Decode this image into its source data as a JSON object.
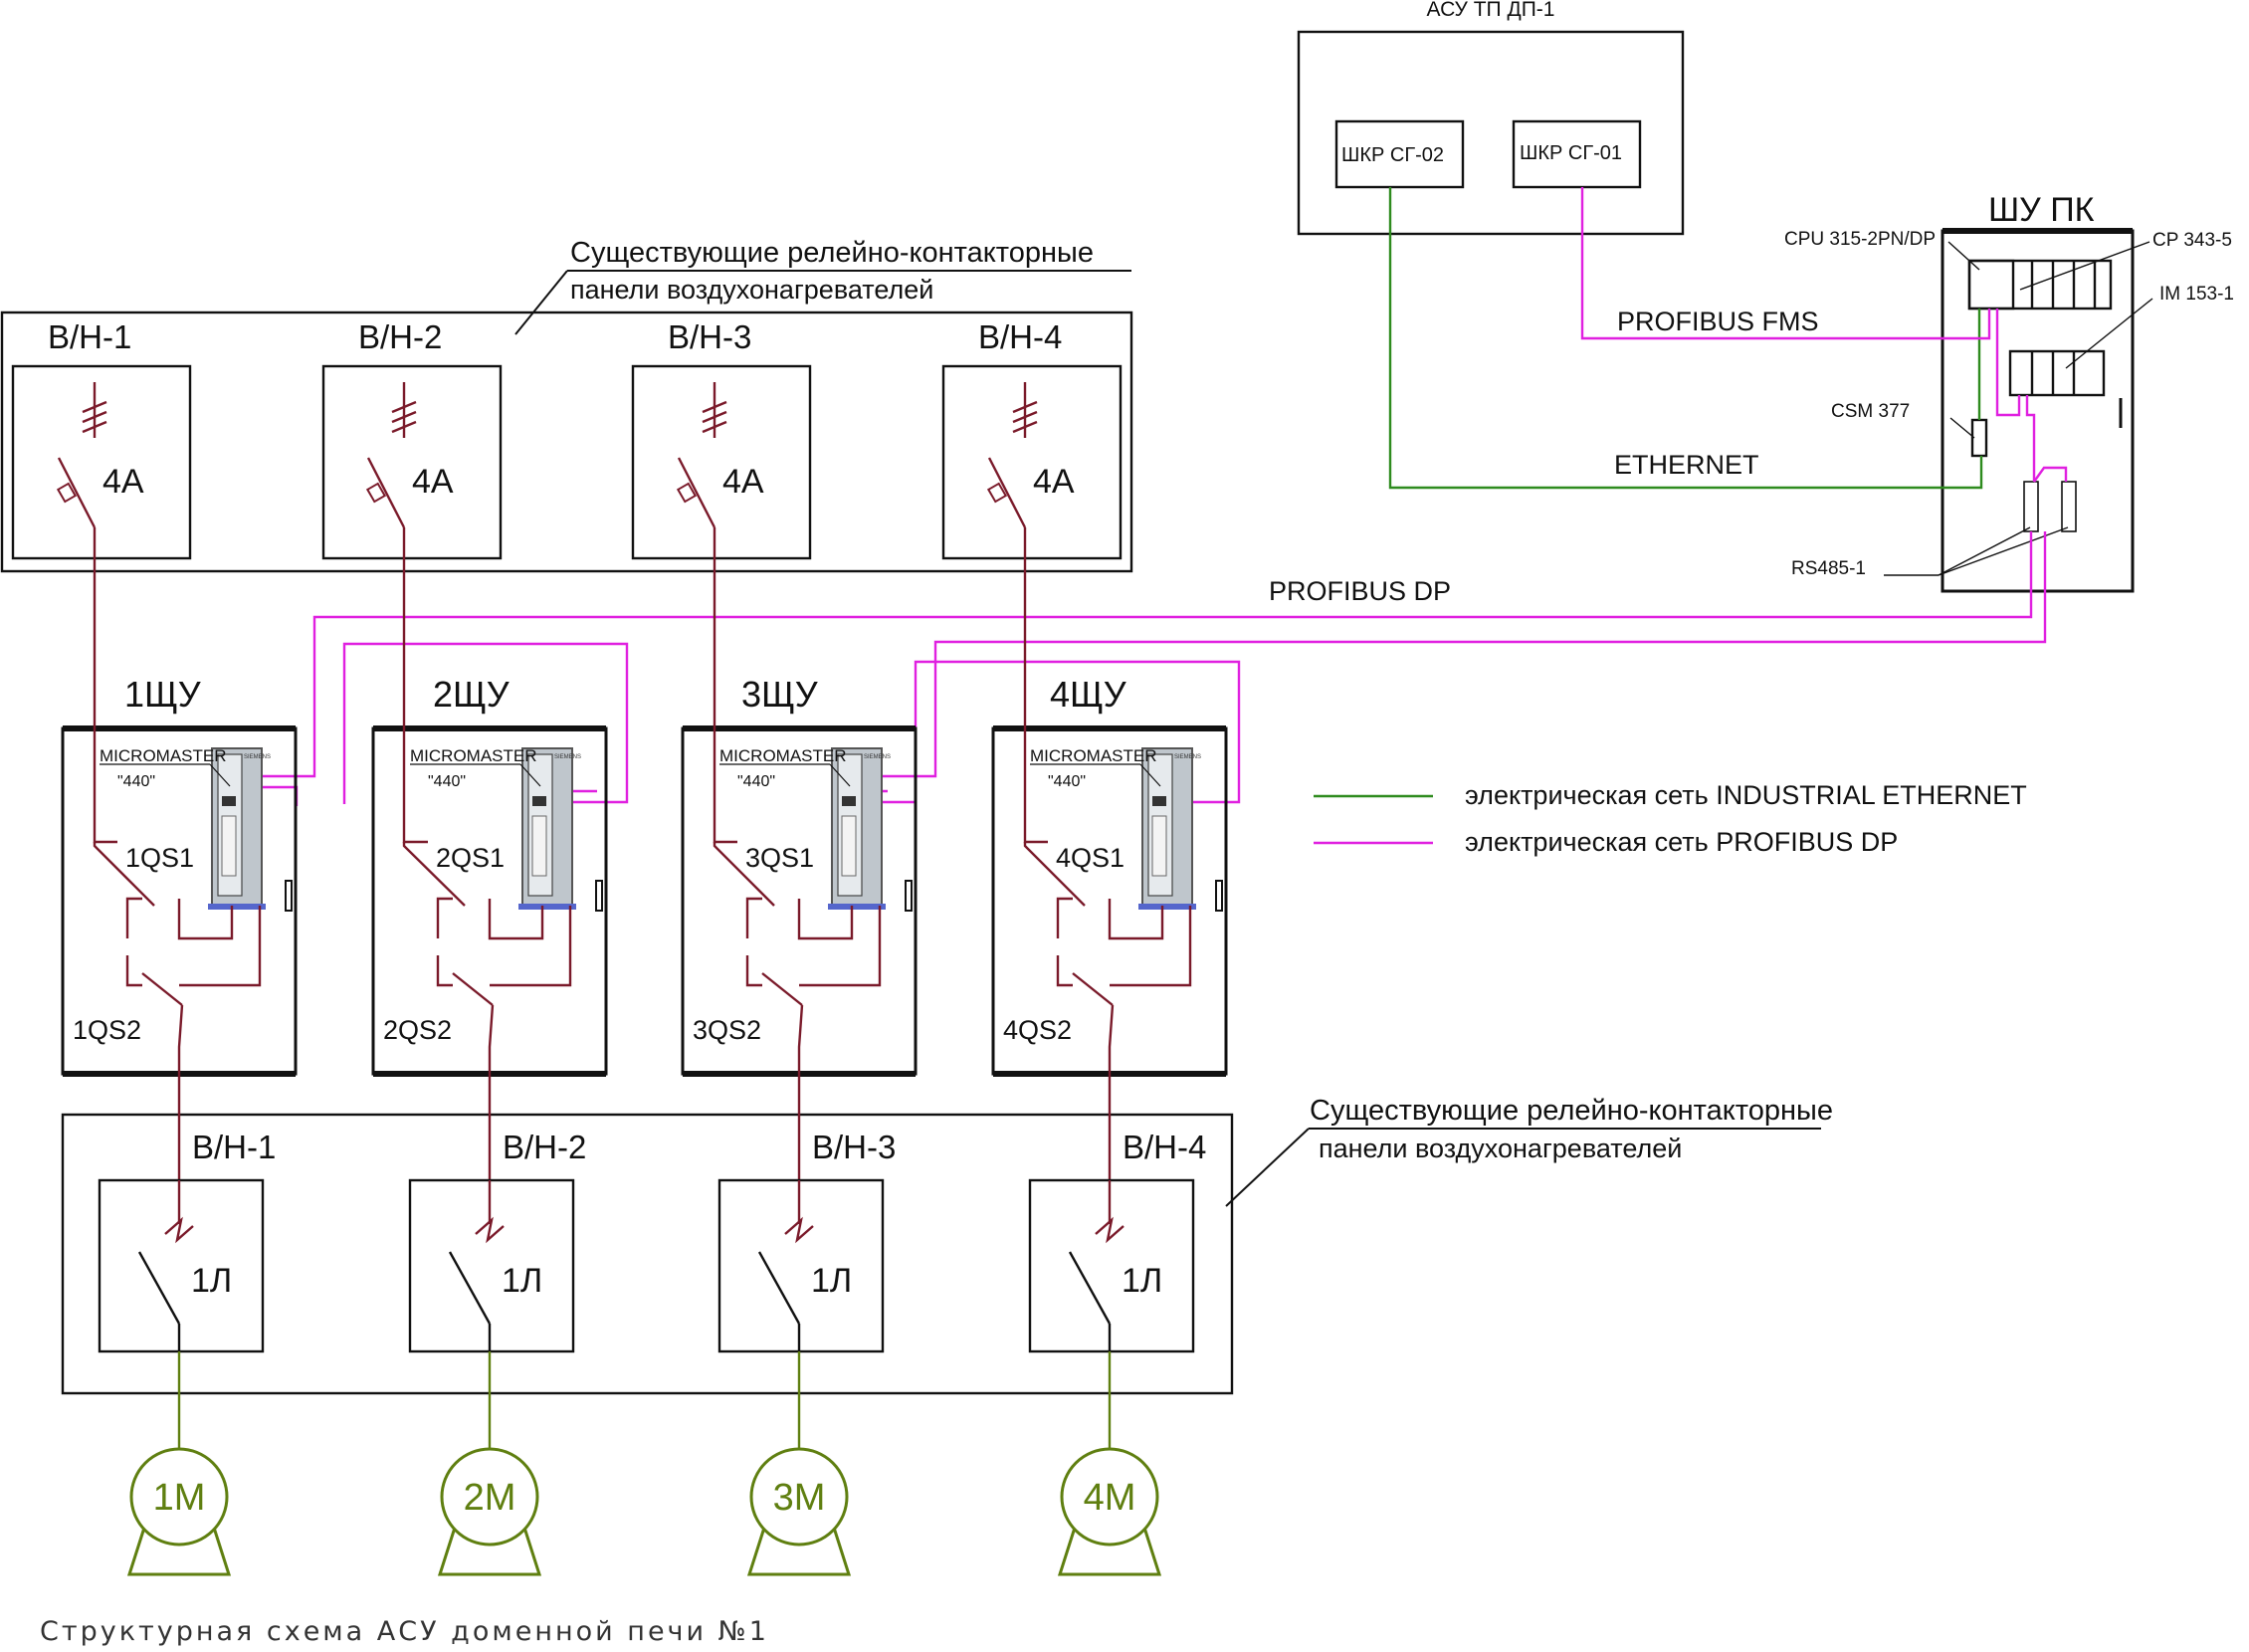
{
  "asu": {
    "title": "АСУ ТП ДП-1",
    "box1": "ШКР СГ-02",
    "box2": "ШКР СГ-01"
  },
  "shu_pk": {
    "title": "ШУ ПК",
    "cpu": "CPU 315-2PN/DP",
    "cp": "CP 343-5",
    "im": "IM 153-1",
    "csm": "CSM 377",
    "rs485": "RS485-1"
  },
  "networks": {
    "fms": "PROFIBUS FMS",
    "ethernet": "ETHERNET",
    "dp": "PROFIBUS DP",
    "legend_eth": "электрическая сеть INDUSTRIAL ETHERNET",
    "legend_dp": "электрическая сеть PROFIBUS DP"
  },
  "colors": {
    "ethernet": "#2e8b1e",
    "profibus": "#e020e0",
    "power": "#7a1a2a",
    "motor": "#5f7f10",
    "frame": "#111111"
  },
  "top_panel": {
    "title_line1": "Существующие релейно-контакторные",
    "title_line2": "панели воздухонагревателей",
    "units": [
      {
        "name": "В/Н-1",
        "rating": "4А"
      },
      {
        "name": "В/Н-2",
        "rating": "4А"
      },
      {
        "name": "В/Н-3",
        "rating": "4А"
      },
      {
        "name": "В/Н-4",
        "rating": "4А"
      }
    ]
  },
  "cabinets": [
    {
      "name": "1ЩУ",
      "drive": "MICROMASTER",
      "model": "\"440\"",
      "qs1": "1QS1",
      "qs2": "1QS2",
      "brand": "SIEMENS"
    },
    {
      "name": "2ЩУ",
      "drive": "MICROMASTER",
      "model": "\"440\"",
      "qs1": "2QS1",
      "qs2": "2QS2",
      "brand": "SIEMENS"
    },
    {
      "name": "3ЩУ",
      "drive": "MICROMASTER",
      "model": "\"440\"",
      "qs1": "3QS1",
      "qs2": "3QS2",
      "brand": "SIEMENS"
    },
    {
      "name": "4ЩУ",
      "drive": "MICROMASTER",
      "model": "\"440\"",
      "qs1": "4QS1",
      "qs2": "4QS2",
      "brand": "SIEMENS"
    }
  ],
  "bottom_panel": {
    "title_line1": "Существующие релейно-контакторные",
    "title_line2": "панели воздухонагревателей",
    "units": [
      {
        "name": "В/Н-1",
        "relay": "1Л"
      },
      {
        "name": "В/Н-2",
        "relay": "1Л"
      },
      {
        "name": "В/Н-3",
        "relay": "1Л"
      },
      {
        "name": "В/Н-4",
        "relay": "1Л"
      }
    ]
  },
  "motors": [
    "1М",
    "2М",
    "3М",
    "4М"
  ],
  "caption": "Структурная схема АСУ доменной печи №1"
}
